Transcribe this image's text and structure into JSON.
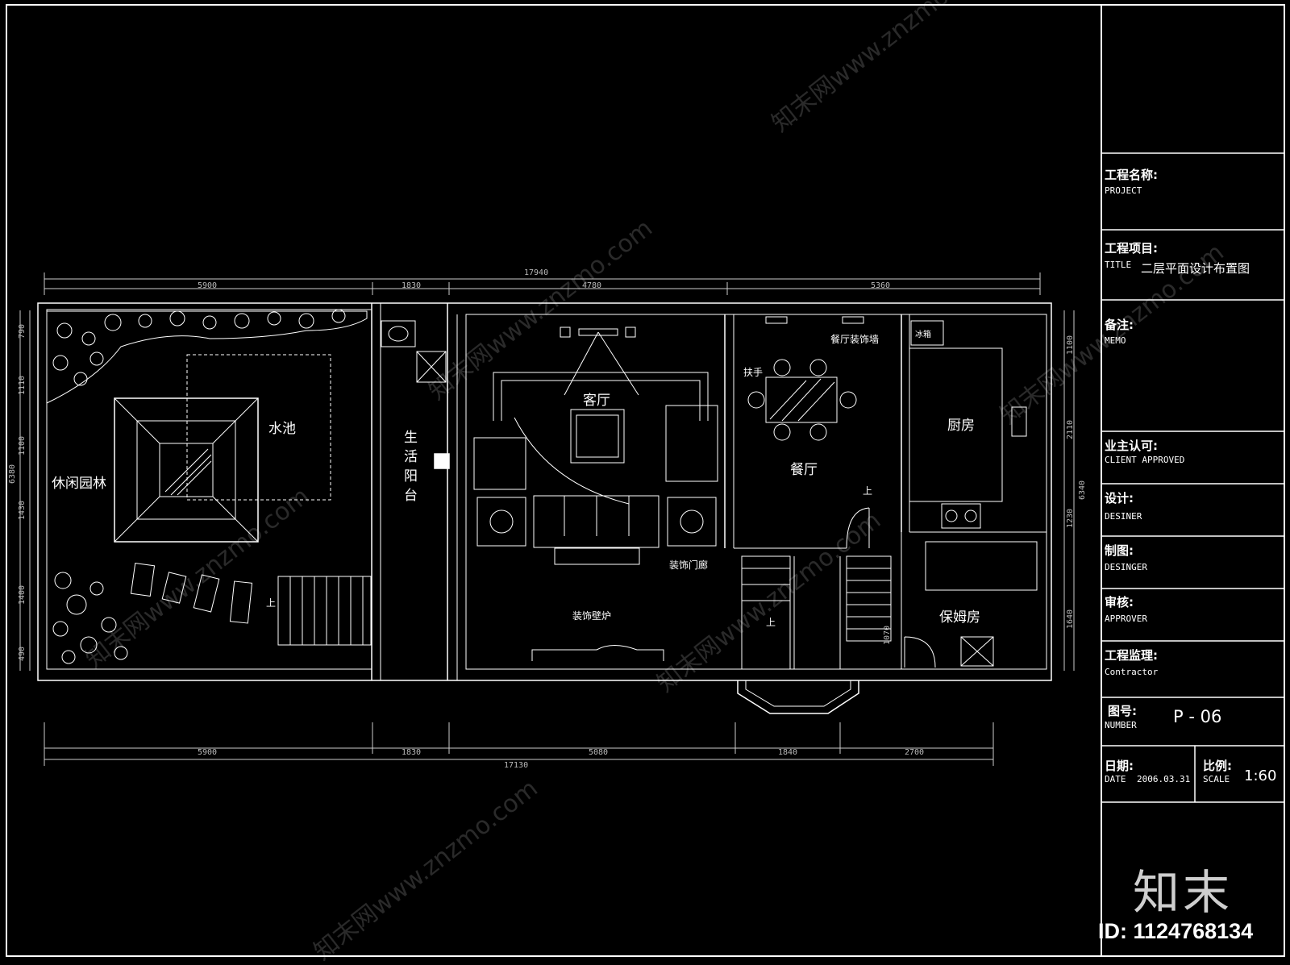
{
  "title_block": {
    "project_label": "工程名称:",
    "project_sub": "PROJECT",
    "title_label": "工程项目:",
    "title_sub": "TITLE",
    "title_value": "二层平面设计布置图",
    "memo_label": "备注:",
    "memo_sub": "MEMO",
    "client_label": "业主认可:",
    "client_sub": "CLIENT APPROVED",
    "design_label": "设计:",
    "design_sub": "DESINER",
    "drawing_label": "制图:",
    "drawing_sub": "DESINGER",
    "approver_label": "审核:",
    "approver_sub": "APPROVER",
    "contractor_label": "工程监理:",
    "contractor_sub": "Contractor",
    "number_label": "图号:",
    "number_sub": "NUMBER",
    "number_value": "P - 06",
    "date_label": "日期:",
    "date_sub": "DATE",
    "date_value": "2006.03.31",
    "scale_label": "比例:",
    "scale_sub": "SCALE",
    "scale_value": "1:60"
  },
  "rooms": {
    "garden": "休闲园林",
    "pool": "水池",
    "balcony_1": "生",
    "balcony_2": "活",
    "balcony_3": "阳",
    "balcony_4": "台",
    "living": "客厅",
    "dining": "餐厅",
    "kitchen": "厨房",
    "maid": "保姆房"
  },
  "notes": {
    "dining_wall": "餐厅装饰墙",
    "handrail": "扶手",
    "fridge": "冰箱",
    "arch": "装饰门廊",
    "fireplace": "装饰壁炉",
    "up_1": "上",
    "up_2": "上",
    "up_3": "上"
  },
  "dimensions": {
    "top_total": "17940",
    "top_1": "5900",
    "top_2": "1830",
    "top_3": "4780",
    "top_4": "5360",
    "bottom_total": "17130",
    "bottom_1": "5900",
    "bottom_2": "1830",
    "bottom_3": "5080",
    "bottom_4": "1840",
    "bottom_5": "2700",
    "left_total": "6380",
    "left_1": "790",
    "left_2": "1110",
    "left_3": "1100",
    "left_4": "1430",
    "left_5": "1400",
    "left_6": "490",
    "right_total": "6340",
    "right_1": "1100",
    "right_2": "2110",
    "right_3": "1230",
    "right_4": "1640",
    "right_5": "1070"
  },
  "watermark": "知末网www.znzmo.com",
  "brand_logo": "知末",
  "image_id": "ID: 1124768134"
}
